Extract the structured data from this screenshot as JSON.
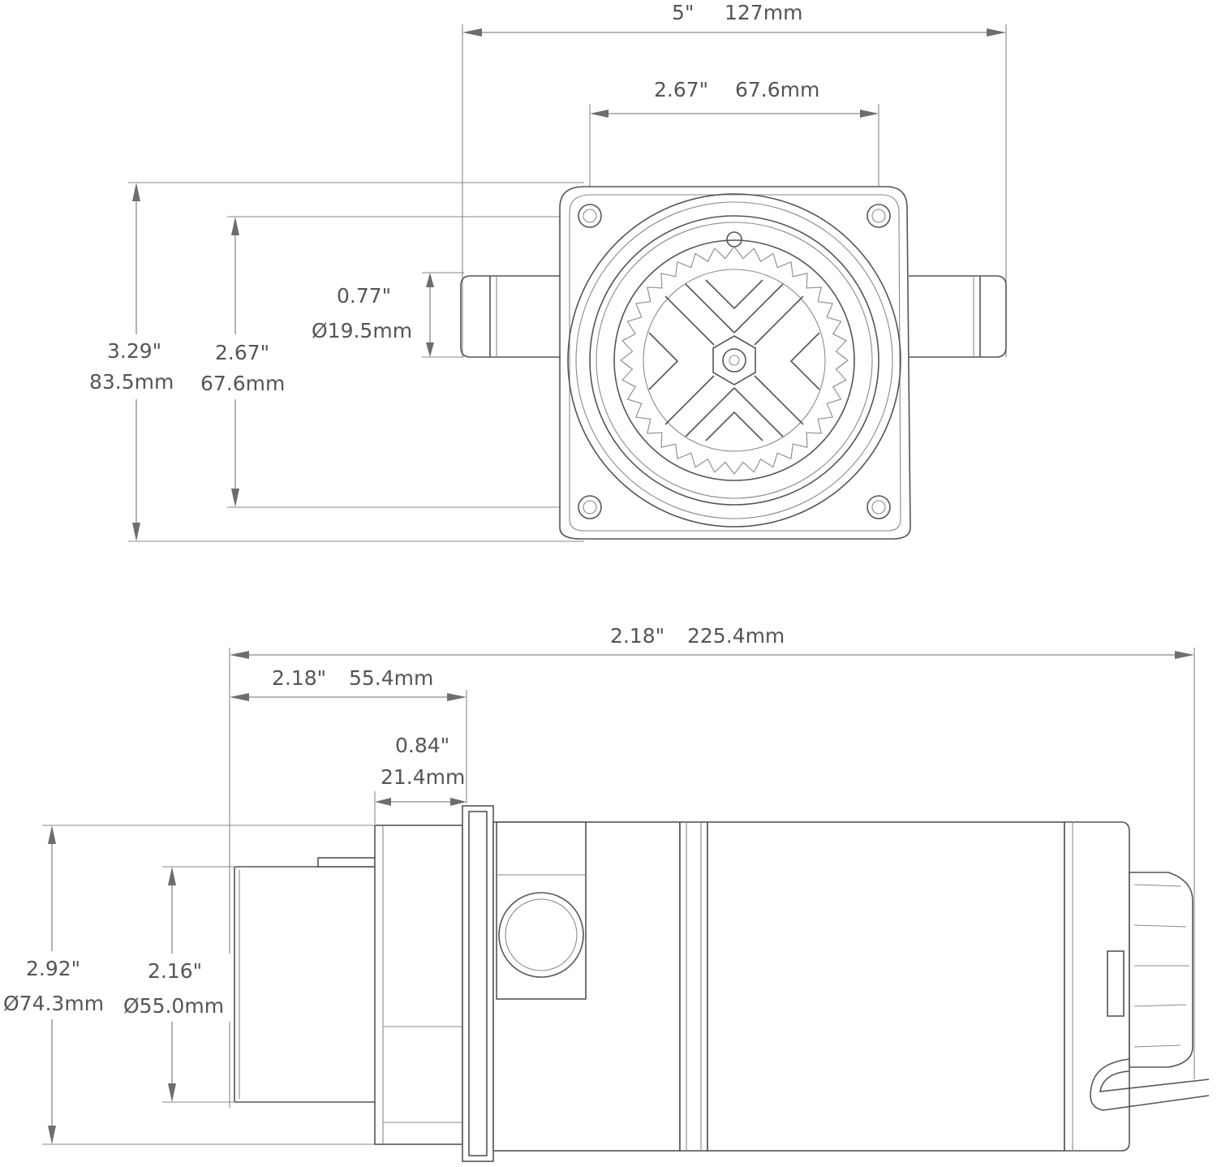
{
  "top_view": {
    "overall_width": {
      "inch": "5\"",
      "mm": "127mm"
    },
    "hole_spacing_horizontal": {
      "inch": "2.67\"",
      "mm": "67.6mm"
    },
    "overall_height": {
      "inch": "3.29\"",
      "mm": "83.5mm"
    },
    "hole_spacing_vertical": {
      "inch": "2.67\"",
      "mm": "67.6mm"
    },
    "port_diameter": {
      "inch": "0.77\"",
      "mm": "Ø19.5mm"
    }
  },
  "side_view": {
    "overall_length": {
      "inch": "2.18\"",
      "mm": "225.4mm"
    },
    "front_length": {
      "inch": "2.18\"",
      "mm": "55.4mm"
    },
    "flange_thickness": {
      "inch": "0.84\"",
      "mm": "21.4mm"
    },
    "body_diameter": {
      "inch": "2.92\"",
      "mm": "Ø74.3mm"
    },
    "inlet_diameter": {
      "inch": "2.16\"",
      "mm": "Ø55.0mm"
    }
  }
}
